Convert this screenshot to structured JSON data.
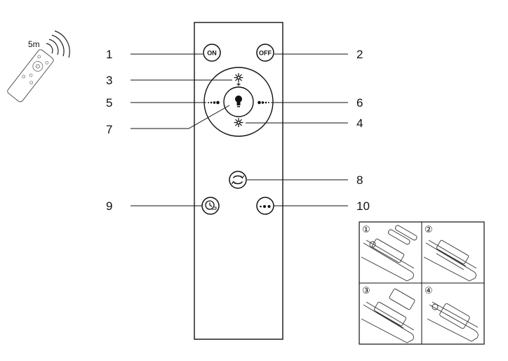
{
  "range": {
    "distance_label": "5m"
  },
  "remote": {
    "buttons": {
      "on": {
        "label": "ON",
        "icon": "power-on-icon"
      },
      "off": {
        "label": "OFF",
        "icon": "power-off-icon"
      },
      "brightness_up": {
        "icon": "brightness-up-icon"
      },
      "brightness_down": {
        "icon": "brightness-down-icon"
      },
      "color_temp_warm": {
        "icon": "dots-left-icon"
      },
      "color_temp_cool": {
        "icon": "dots-right-icon"
      },
      "center": {
        "icon": "light-bulb-icon"
      },
      "mode": {
        "icon": "cycle-icon"
      },
      "timer": {
        "icon": "timer-icon"
      },
      "night": {
        "icon": "dots-icon"
      }
    }
  },
  "callouts": [
    "1",
    "2",
    "3",
    "4",
    "5",
    "6",
    "7",
    "8",
    "9",
    "10"
  ],
  "battery_steps": {
    "panels": [
      "①",
      "②",
      "③",
      "④"
    ]
  },
  "colors": {
    "line": "#111111",
    "background": "#ffffff"
  }
}
